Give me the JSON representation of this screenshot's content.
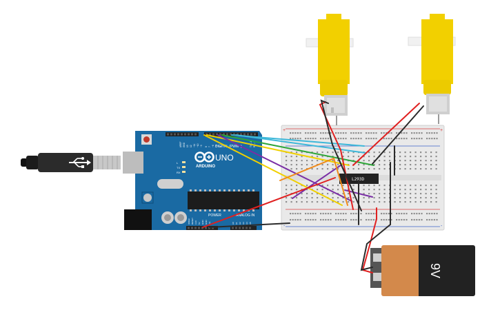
{
  "board": {
    "logo_text": "ARDUINO",
    "model_text": "UNO",
    "digital_header_label": "DIGITAL (PWM~)",
    "power_header_label": "POWER",
    "analog_header_label": "ANALOG IN",
    "led_labels": [
      "L",
      "TX",
      "RX"
    ],
    "digital_pin_labels": [
      "AREF",
      "GND",
      "13",
      "12",
      "~11",
      "~10",
      "~9",
      "8",
      "7",
      "~6",
      "~5",
      "4",
      "~3",
      "2",
      "TX→1",
      "RX←0"
    ],
    "power_pin_labels": [
      "IOREF",
      "RESET",
      "3.3V",
      "5V",
      "GND",
      "GND",
      "Vin"
    ],
    "analog_pin_labels": [
      "A0",
      "A1",
      "A2",
      "A3",
      "A4",
      "A5"
    ],
    "board_color": "#1a6aa3"
  },
  "chip": {
    "label": "L293D"
  },
  "battery": {
    "label": "9V",
    "body_color": "#222222",
    "label_color": "#d3894b"
  },
  "breadboard": {
    "color": "#e9e9e9",
    "rail_plus": "+",
    "rail_minus": "-"
  },
  "motors": {
    "color": "#f2d000"
  },
  "wire_colors": {
    "red": "#e02020",
    "black": "#2a2a2a",
    "green": "#2fa63a",
    "yellow": "#f0d000",
    "orange": "#f08a1a",
    "purple": "#7a2ea5",
    "cyan": "#3cb7d9",
    "blue": "#3060c0"
  }
}
